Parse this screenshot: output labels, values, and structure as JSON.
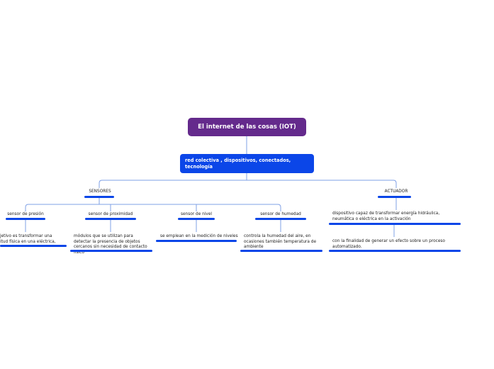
{
  "root": {
    "label": "El internet de las cosas (IOT)"
  },
  "main": {
    "label": "red colectiva , dispositivos, conectados, tecnología"
  },
  "sensores": {
    "label": "SENSORES",
    "items": [
      {
        "label": "sensor de presión",
        "detail": "jetivo es transformar una\nitud física en una eléctrica,"
      },
      {
        "label": "sensor de proximidad",
        "detail": "módulos que se utilizan para detectar la presencia de objetos cercanos sin necesidad de contacto físico"
      },
      {
        "label": "sensor de nivel",
        "detail": "se emplean en la medición de niveles"
      },
      {
        "label": "sensor de humedad",
        "detail": "controla la humedad del aire, en ocasiones también temperatura de ambiente"
      }
    ]
  },
  "actuador": {
    "label": "ACTUADOR",
    "detail1": "dispositivo capaz de transformar energía hidráulica, neumática o eléctrica en la activación",
    "detail2": "con la finalidad de generar un efecto sobre un proceso automatizado."
  },
  "colors": {
    "root": "#642a8c",
    "main": "#0b46e8",
    "connector": "#7fa0e6"
  }
}
